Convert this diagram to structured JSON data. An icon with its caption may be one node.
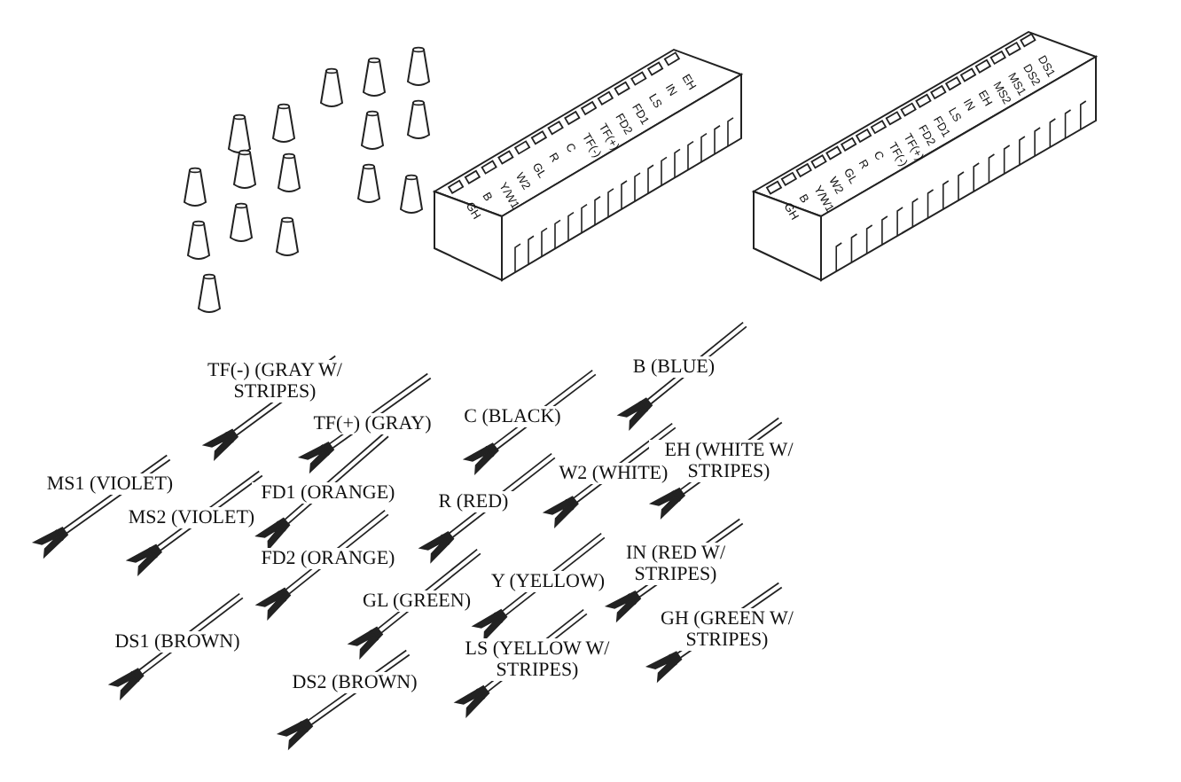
{
  "diagram": {
    "labels": [
      "GH",
      "B",
      "Y/W1",
      "W2",
      "GL",
      "R",
      "C",
      "TF(-)",
      "TF(+)",
      "FD2",
      "FD1",
      "LS",
      "IN",
      "EH",
      "GH",
      "B",
      "Y/W1",
      "W2",
      "GL",
      "R",
      "C",
      "TF(-)",
      "TF(+)",
      "FD2",
      "FD1",
      "LS",
      "IN",
      "EH",
      "MS2",
      "MS1",
      "DS2",
      "DS1",
      "TF(-) (GRAY W/ STRIPES)",
      "B (BLUE)",
      "TF(+) (GRAY)",
      "C (BLACK)",
      "EH (WHITE W/ STRIPES)",
      "W2 (WHITE)",
      "MS1 (VIOLET)",
      "FD1 (ORANGE)",
      "R (RED)",
      "MS2 (VIOLET)",
      "IN (RED W/ STRIPES)",
      "FD2 (ORANGE)",
      "Y (YELLOW)",
      "GL (GREEN)",
      "GH (GREEN W/ STRIPES)",
      "DS1 (BROWN)",
      "LS (YELLOW W/ STRIPES)",
      "DS2 (BROWN)"
    ]
  }
}
